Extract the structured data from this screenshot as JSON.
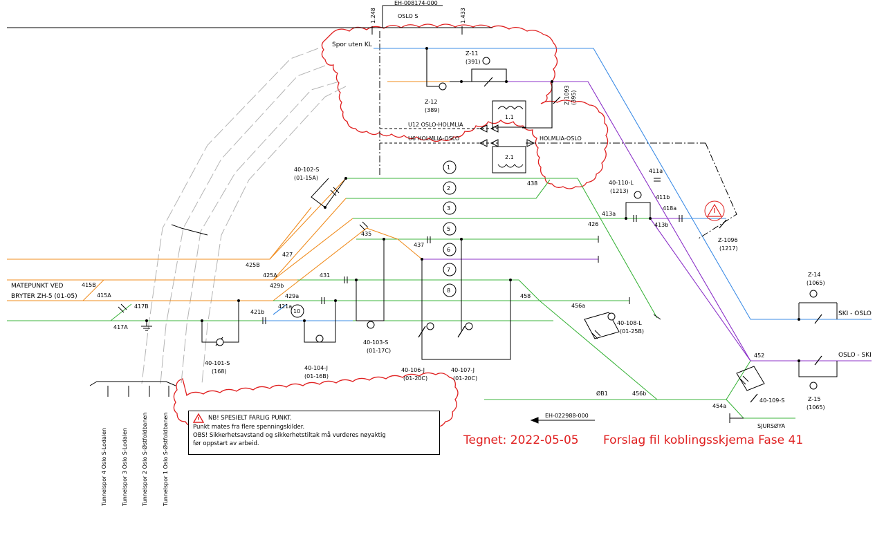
{
  "header": {
    "doc_id_top": "EH-008174-000",
    "station": "OSLO S",
    "km_left": "1.248",
    "km_right": "1.433"
  },
  "regions": {
    "spor_uten_kl": "Spor uten KL"
  },
  "lines": {
    "u12": "U12 OSLO-HOLMLIA",
    "u6": "U6 HOLMLIA-OSLO",
    "holmlia_oslo": "HOLMLIA-OSLO",
    "ski_oslo": "SKI - OSLO",
    "oslo_ski": "OSLO - SKI",
    "sjursoya": "SJURSØYA",
    "ob1": "ØB1"
  },
  "matepunkt": {
    "line1": "MATEPUNKT VED",
    "line2": "BRYTER ZH-5 (01-05)"
  },
  "transformers": {
    "t1": "1.1",
    "t2": "2.1"
  },
  "circles": [
    "1",
    "2",
    "3",
    "5",
    "6",
    "7",
    "8",
    "10"
  ],
  "switches": {
    "z11": {
      "name": "Z-11",
      "num": "(391)"
    },
    "z12": {
      "name": "Z-12",
      "num": "(389)"
    },
    "z1093": {
      "name": "Z-1093",
      "num": "(395)"
    },
    "z1096": {
      "name": "Z-1096",
      "num": "(1217)"
    },
    "z14": {
      "name": "Z-14",
      "num": "(1065)"
    },
    "z15": {
      "name": "Z-15",
      "num": "(1065)"
    },
    "s40_102": {
      "name": "40-102-S",
      "num": "(01-15A)"
    },
    "s40_110": {
      "name": "40-110-L",
      "num": "(1213)"
    },
    "s40_101": {
      "name": "40-101-S",
      "num": "(168)"
    },
    "s40_104": {
      "name": "40-104-J",
      "num": "(01-16B)"
    },
    "s40_103": {
      "name": "40-103-S",
      "num": "(01-17C)"
    },
    "s40_106": {
      "name": "40-106-J",
      "num": "(01-20C)"
    },
    "s40_107": {
      "name": "40-107-J",
      "num": "(01-20C)"
    },
    "s40_108": {
      "name": "40-108-L",
      "num": "(01-25B)"
    },
    "s40_109": {
      "name": "40-109-S"
    }
  },
  "section_labels": {
    "s411a": "411a",
    "s411b": "411b",
    "s418a": "418a",
    "s413a": "413a",
    "s413b": "413b",
    "s438": "438",
    "s426": "426",
    "s435": "435",
    "s437": "437",
    "s427": "427",
    "s425b": "425B",
    "s425a": "425A",
    "s429b": "429b",
    "s431": "431",
    "s415b": "415B",
    "s415a": "415A",
    "s429a": "429a",
    "s458": "458",
    "s456a": "456a",
    "s417b": "417B",
    "s417a": "417A",
    "s421b": "421b",
    "s421a": "421a",
    "s452": "452",
    "s456b": "456b",
    "s454a": "454a"
  },
  "tunnels": [
    "Tunnelspor 4 Oslo S-Lodalen",
    "Tunnelspor 3 Oslo S-Lodalen",
    "Tunnelspor 2 Oslo S-Østfoldbanen",
    "Tunnelspor 1 Oslo S-Østfoldbanen"
  ],
  "doc_id_bottom": "EH-022988-000",
  "warning": {
    "title": "NB! SPESIELT FARLIG PUNKT.",
    "line1": "Punkt mates fra flere spenningskilder.",
    "line2": "OBS! Sikkerhetsavstand og sikkerhetstiltak må vurderes nøyaktig",
    "line3": "før oppstart av arbeid."
  },
  "footer": {
    "drawn": "Tegnet: 2022-05-05",
    "title": "Forslag fil koblingsskjema Fase 41"
  },
  "colors": {
    "green": "#3cb43c",
    "orange": "#f08c1e",
    "blue": "#3c8ce6",
    "purple": "#8c32c8",
    "red": "#e02020",
    "grey": "#b4b4b4"
  }
}
